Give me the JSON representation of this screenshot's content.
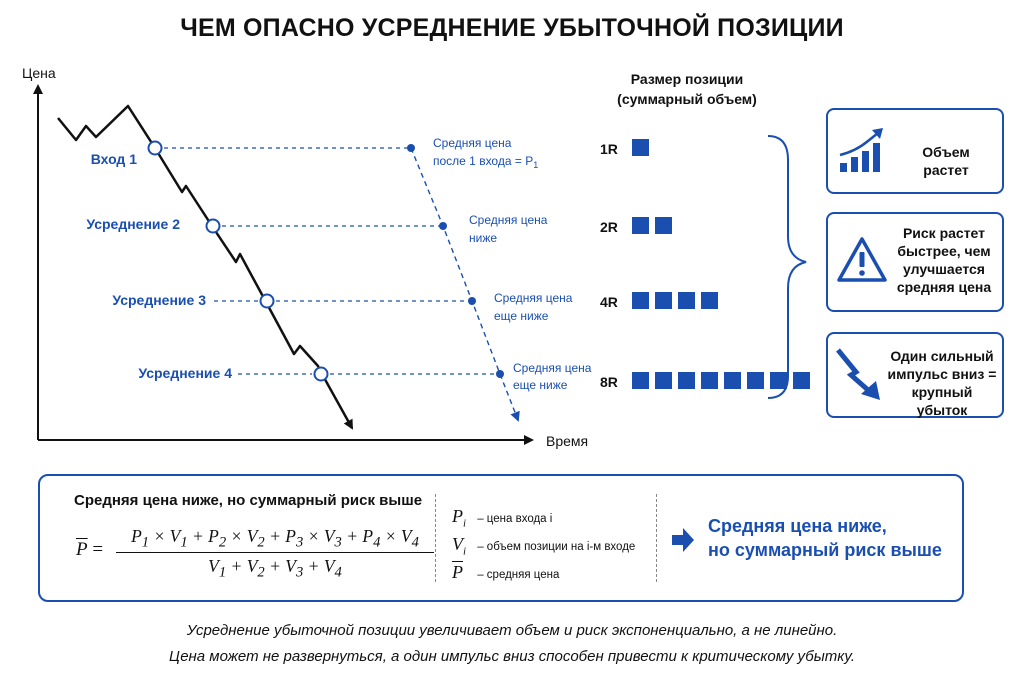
{
  "title": "ЧЕМ ОПАСНО УСРЕДНЕНИЕ УБЫТОЧНОЙ ПОЗИЦИИ",
  "axes": {
    "y_label": "Цена",
    "x_label": "Время"
  },
  "entries": [
    {
      "label": "Вход 1",
      "avg_label_lines": [
        "Средняя цена",
        "после 1 входа = P"
      ],
      "avg_sub": "1",
      "size_label": "1R",
      "blocks": 1
    },
    {
      "label": "Усреднение 2",
      "avg_label_lines": [
        "Средняя цена",
        "ниже"
      ],
      "avg_sub": "",
      "size_label": "2R",
      "blocks": 2
    },
    {
      "label": "Усреднение 3",
      "avg_label_lines": [
        "Средняя цена",
        "еще ниже"
      ],
      "avg_sub": "",
      "size_label": "4R",
      "blocks": 4
    },
    {
      "label": "Усреднение 4",
      "avg_label_lines": [
        "Средняя цена",
        "еще ниже"
      ],
      "avg_sub": "",
      "size_label": "8R",
      "blocks": 8
    }
  ],
  "size_header": [
    "Размер позиции",
    "(суммарный объем)"
  ],
  "cards": [
    {
      "icon": "bar-chart-up-icon",
      "text_lines": [
        "Объем растет"
      ]
    },
    {
      "icon": "warning-triangle-icon",
      "text_lines": [
        "Риск растет",
        "быстрее, чем",
        "улучшается",
        "средняя цена"
      ]
    },
    {
      "icon": "down-zigzag-arrow-icon",
      "text_lines": [
        "Один сильный",
        "импульс вниз =",
        "крупный убыток"
      ]
    }
  ],
  "formula": {
    "title": "Средняя цена ниже, но суммарный риск выше",
    "lhs": "P",
    "legend": [
      {
        "sym": "P",
        "sub": "i",
        "text": "– цена входа i"
      },
      {
        "sym": "V",
        "sub": "i",
        "text": "– объем позиции на i-м входе"
      },
      {
        "sym": "P",
        "sub": "",
        "text": "– средняя цена"
      }
    ],
    "conclusion_lines": [
      "Средняя цена ниже,",
      "но суммарный риск выше"
    ]
  },
  "footer": [
    "Усреднение убыточной позиции увеличивает объем и риск экспоненциально, а не линейно.",
    "Цена может не развернуться, а один импульс вниз способен привести к критическому убытку."
  ],
  "colors": {
    "accent": "#1a4fb0",
    "line": "#111111"
  }
}
